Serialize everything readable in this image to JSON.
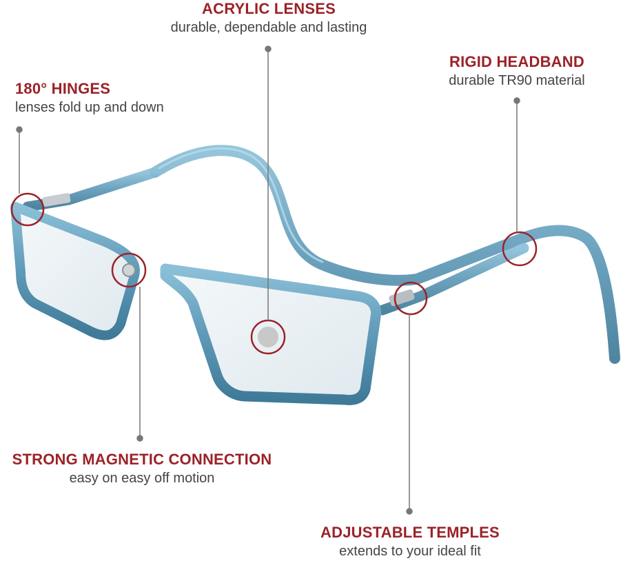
{
  "colors": {
    "accent": "#9b2228",
    "frame": "#5f9ab8",
    "frame_dark": "#3f7a98",
    "callout_line": "#777777"
  },
  "features": {
    "lenses": {
      "title": "ACRYLIC LENSES",
      "desc": "durable, dependable and lasting"
    },
    "headband": {
      "title": "RIGID HEADBAND",
      "desc": "durable TR90 material"
    },
    "hinges": {
      "title": "180° HINGES",
      "desc": "lenses fold up and down"
    },
    "magnetic": {
      "title": "STRONG MAGNETIC CONNECTION",
      "desc": "easy on easy off motion"
    },
    "temples": {
      "title": "ADJUSTABLE TEMPLES",
      "desc": "extends to your ideal fit"
    }
  }
}
